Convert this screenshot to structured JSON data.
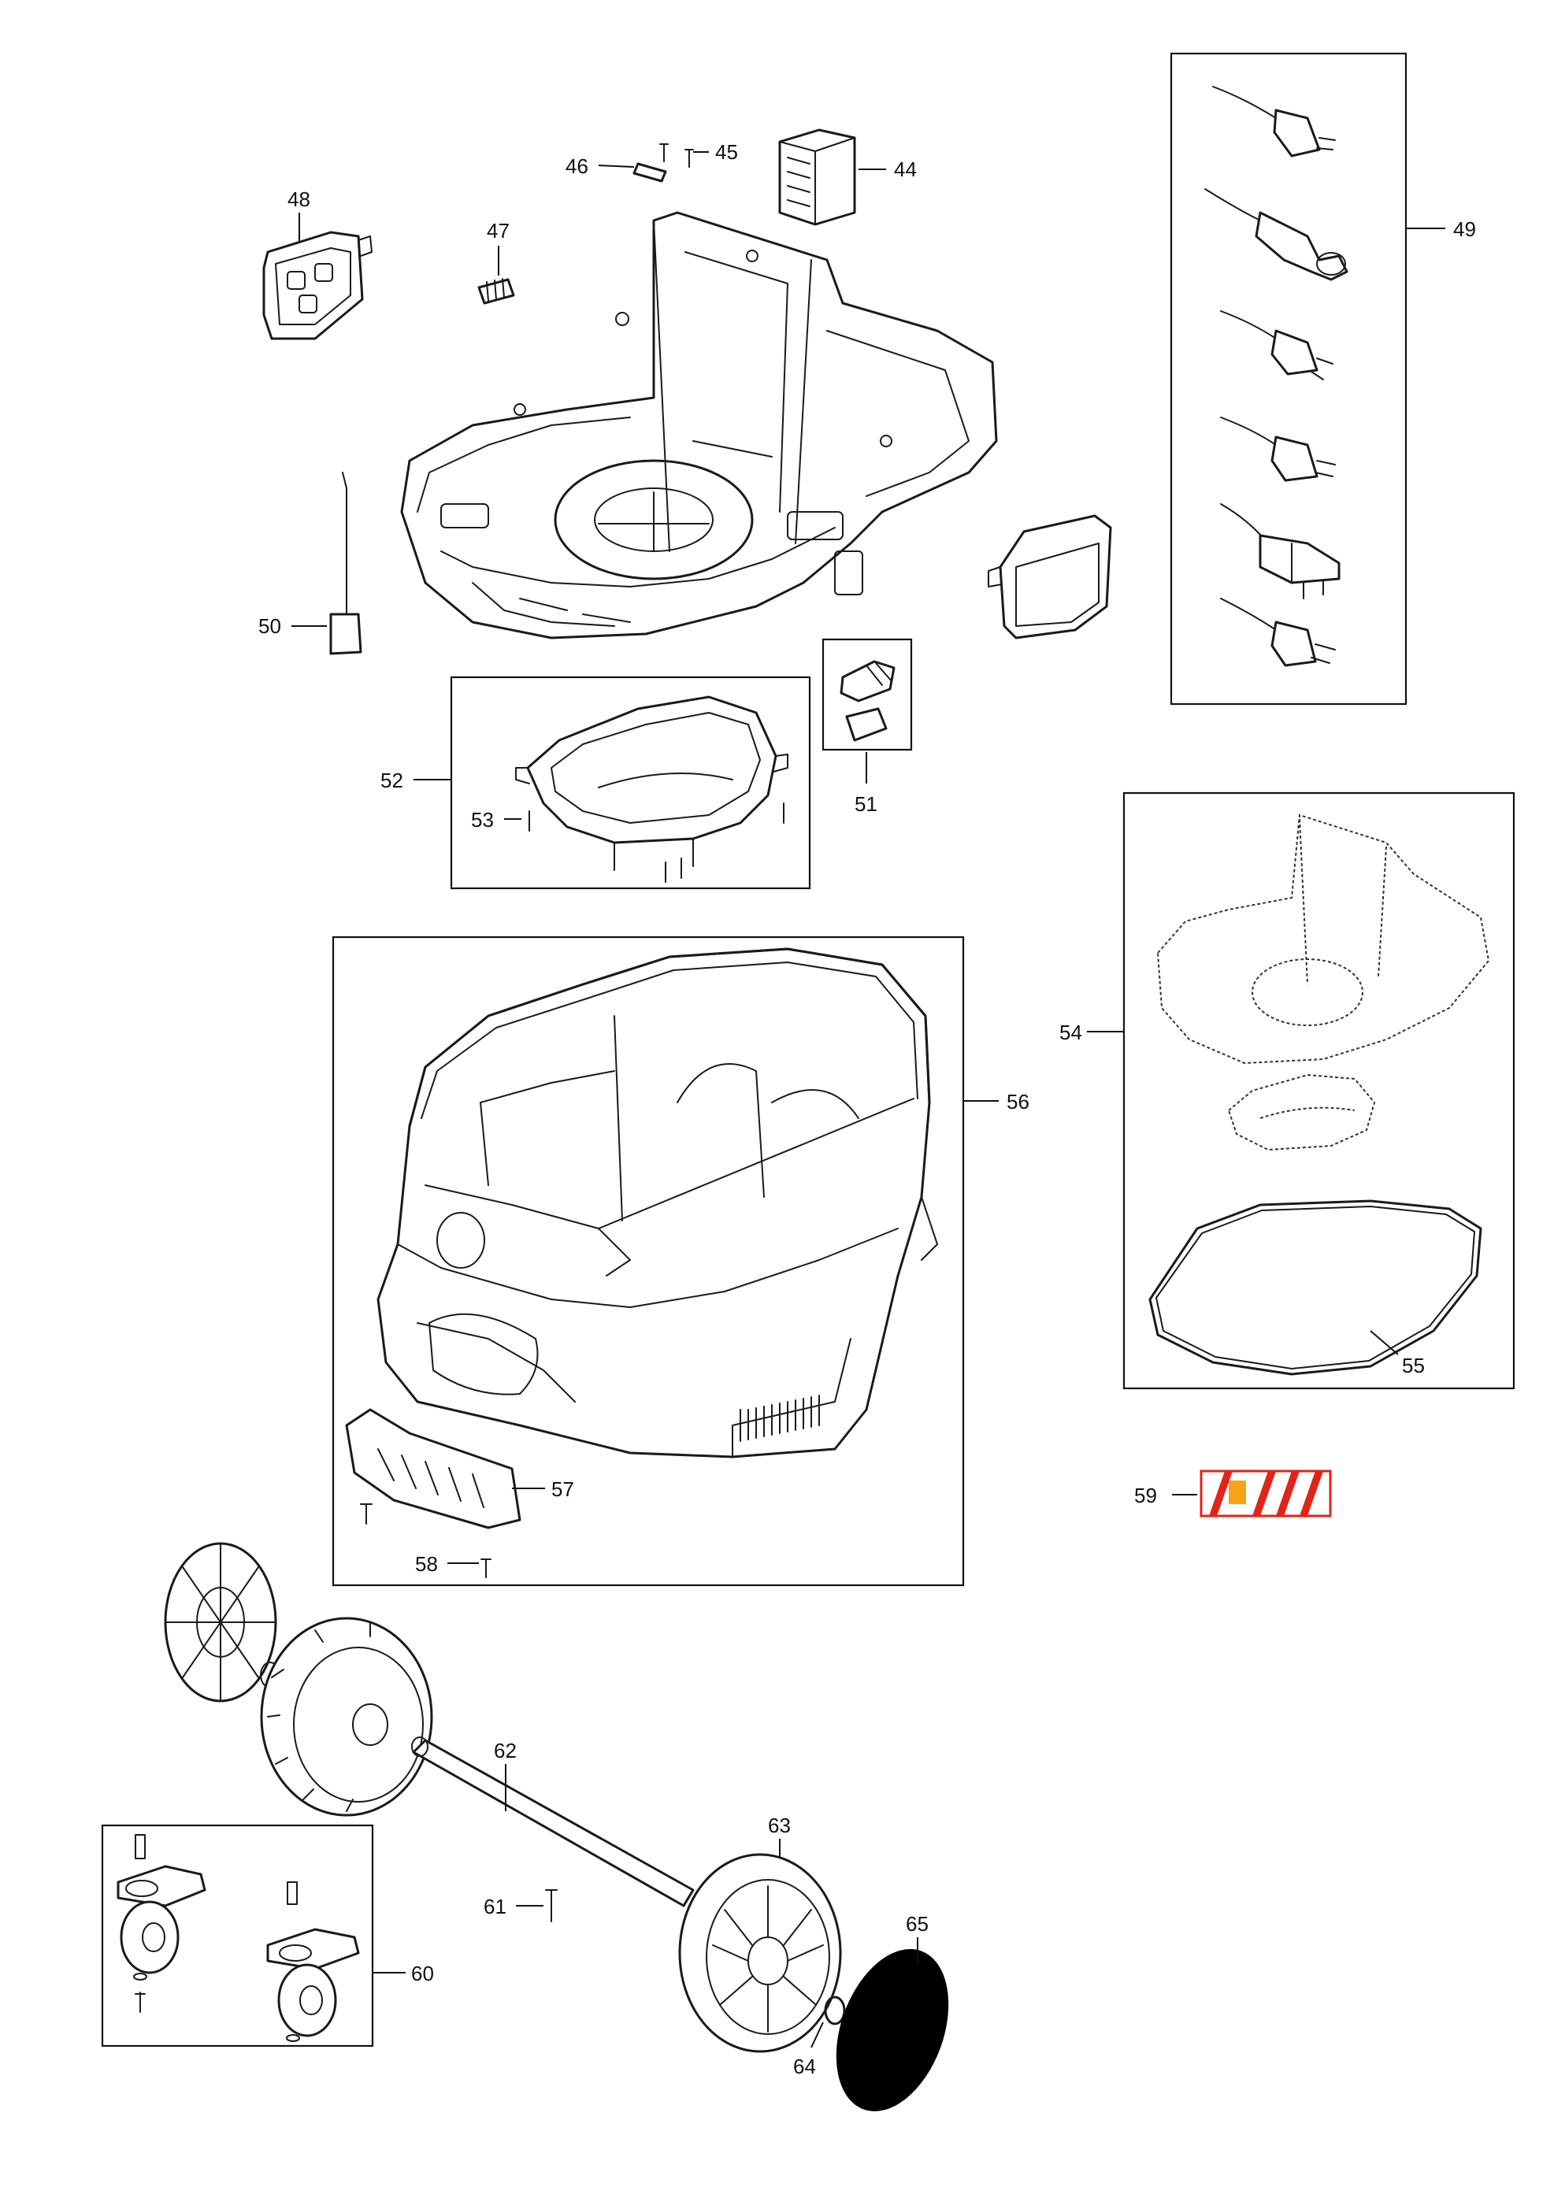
{
  "labels": {
    "p44": "44",
    "p45": "45",
    "p46": "46",
    "p47": "47",
    "p48": "48",
    "p49": "49",
    "p50": "50",
    "p51": "51",
    "p52": "52",
    "p53": "53",
    "p54": "54",
    "p55": "55",
    "p56": "56",
    "p57": "57",
    "p58": "58",
    "p59": "59",
    "p60": "60",
    "p61": "61",
    "p62": "62",
    "p63": "63",
    "p64": "64",
    "p65": "65"
  },
  "colors": {
    "line": "#1a1a1a",
    "warning_red": "#e2231a",
    "warning_orange": "#f7a21b",
    "disc_fill": "#000000"
  }
}
